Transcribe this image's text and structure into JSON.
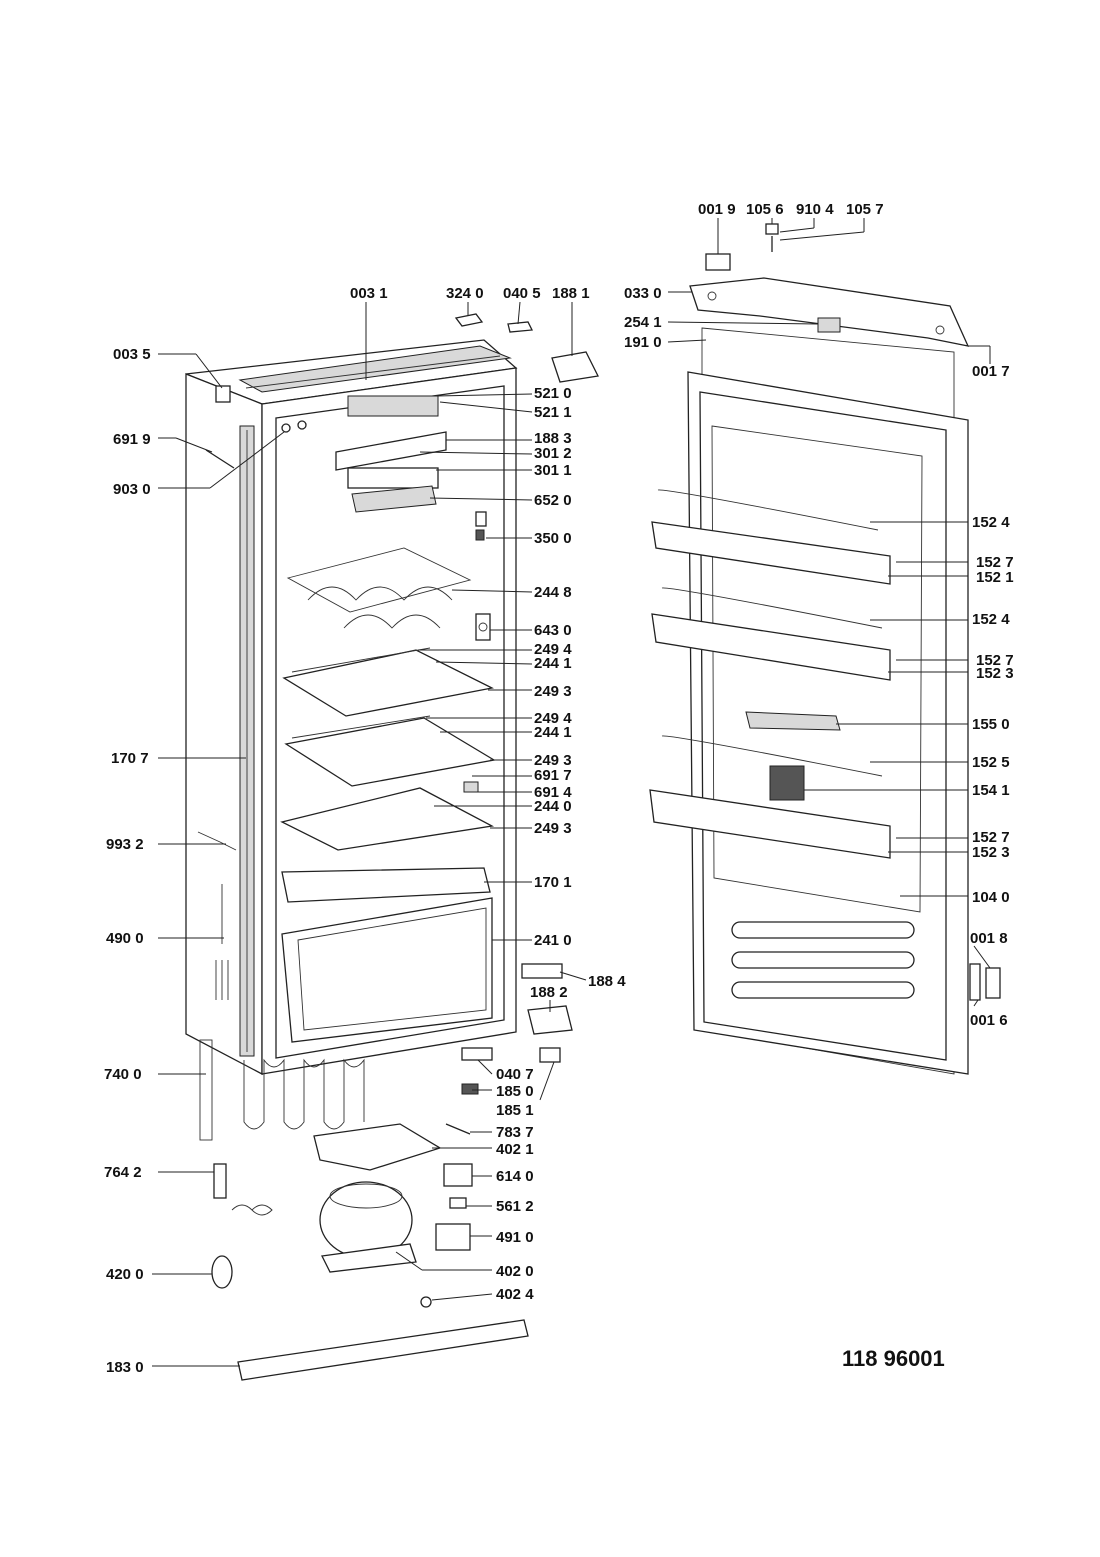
{
  "document_number": "118 96001",
  "parts": [
    {
      "id": "p0031",
      "text": "003 1"
    },
    {
      "id": "p3240",
      "text": "324 0"
    },
    {
      "id": "p0405",
      "text": "040 5"
    },
    {
      "id": "p1881",
      "text": "188 1"
    },
    {
      "id": "p0035",
      "text": "003 5"
    },
    {
      "id": "p5210",
      "text": "521 0"
    },
    {
      "id": "p5211",
      "text": "521 1"
    },
    {
      "id": "p6919",
      "text": "691 9"
    },
    {
      "id": "p1883",
      "text": "188 3"
    },
    {
      "id": "p3012",
      "text": "301 2"
    },
    {
      "id": "p3011",
      "text": "301 1"
    },
    {
      "id": "p9030",
      "text": "903 0"
    },
    {
      "id": "p6520",
      "text": "652 0"
    },
    {
      "id": "p3500",
      "text": "350 0"
    },
    {
      "id": "p2448",
      "text": "244 8"
    },
    {
      "id": "p6430",
      "text": "643 0"
    },
    {
      "id": "p2494a",
      "text": "249 4"
    },
    {
      "id": "p2441a",
      "text": "244 1"
    },
    {
      "id": "p2493a",
      "text": "249 3"
    },
    {
      "id": "p2494b",
      "text": "249 4"
    },
    {
      "id": "p2441b",
      "text": "244 1"
    },
    {
      "id": "p1707",
      "text": "170 7"
    },
    {
      "id": "p2493b",
      "text": "249 3"
    },
    {
      "id": "p6917",
      "text": "691 7"
    },
    {
      "id": "p6914",
      "text": "691 4"
    },
    {
      "id": "p2440",
      "text": "244 0"
    },
    {
      "id": "p2493c",
      "text": "249 3"
    },
    {
      "id": "p9932",
      "text": "993 2"
    },
    {
      "id": "p1701",
      "text": "170 1"
    },
    {
      "id": "p4900",
      "text": "490 0"
    },
    {
      "id": "p2410",
      "text": "241 0"
    },
    {
      "id": "p1884",
      "text": "188 4"
    },
    {
      "id": "p1882",
      "text": "188 2"
    },
    {
      "id": "p7400",
      "text": "740 0"
    },
    {
      "id": "p0407",
      "text": "040 7"
    },
    {
      "id": "p1850",
      "text": "185 0"
    },
    {
      "id": "p1851",
      "text": "185 1"
    },
    {
      "id": "p7837",
      "text": "783 7"
    },
    {
      "id": "p4021",
      "text": "402 1"
    },
    {
      "id": "p7642",
      "text": "764 2"
    },
    {
      "id": "p6140",
      "text": "614 0"
    },
    {
      "id": "p5612",
      "text": "561 2"
    },
    {
      "id": "p4910",
      "text": "491 0"
    },
    {
      "id": "p4200",
      "text": "420 0"
    },
    {
      "id": "p4020",
      "text": "402 0"
    },
    {
      "id": "p4024",
      "text": "402 4"
    },
    {
      "id": "p1830",
      "text": "183 0"
    },
    {
      "id": "p0019",
      "text": "001 9"
    },
    {
      "id": "p1056",
      "text": "105 6"
    },
    {
      "id": "p9104",
      "text": "910 4"
    },
    {
      "id": "p1057",
      "text": "105 7"
    },
    {
      "id": "p0330",
      "text": "033 0"
    },
    {
      "id": "p2541",
      "text": "254 1"
    },
    {
      "id": "p1910",
      "text": "191 0"
    },
    {
      "id": "p0017",
      "text": "001 7"
    },
    {
      "id": "p1524a",
      "text": "152 4"
    },
    {
      "id": "p1527a",
      "text": "152 7"
    },
    {
      "id": "p1521",
      "text": "152 1"
    },
    {
      "id": "p1524b",
      "text": "152 4"
    },
    {
      "id": "p1527b",
      "text": "152 7"
    },
    {
      "id": "p1523a",
      "text": "152 3"
    },
    {
      "id": "p1550",
      "text": "155 0"
    },
    {
      "id": "p1525",
      "text": "152 5"
    },
    {
      "id": "p1541",
      "text": "154 1"
    },
    {
      "id": "p1527c",
      "text": "152 7"
    },
    {
      "id": "p1523b",
      "text": "152 3"
    },
    {
      "id": "p1040",
      "text": "104 0"
    },
    {
      "id": "p0018",
      "text": "001 8"
    },
    {
      "id": "p0016",
      "text": "001 6"
    }
  ]
}
